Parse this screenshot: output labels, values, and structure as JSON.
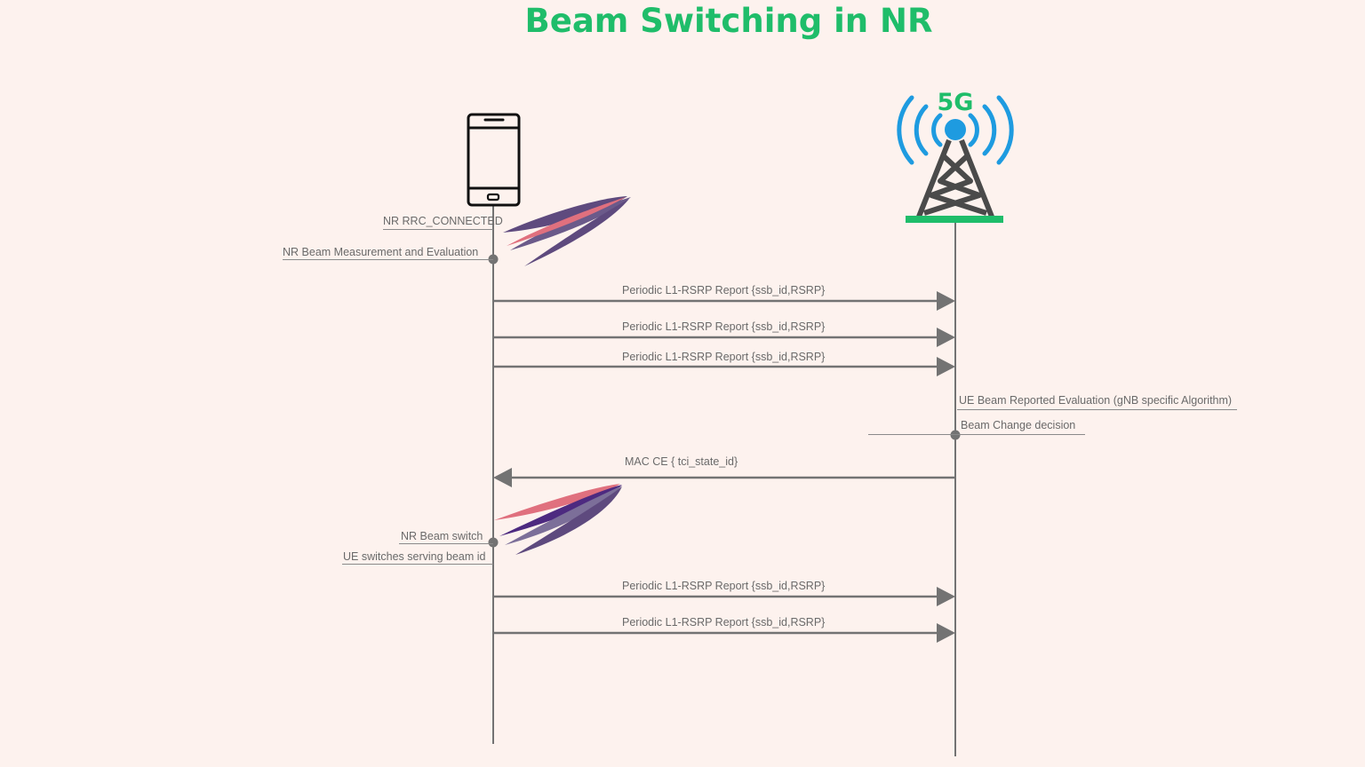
{
  "title": "Beam Switching in NR",
  "gnb_badge": "5G",
  "colors": {
    "background": "#fdf2ee",
    "title": "#1fbd6a",
    "lifeline": "#737373",
    "tower_waves": "#1e9be0",
    "tower_base": "#1fbd6a",
    "beam_purple": "#5e4a7e",
    "beam_pink": "#e0707e"
  },
  "ue_notes": {
    "rrc_connected": "NR RRC_CONNECTED",
    "measurement": "NR Beam Measurement and Evaluation",
    "beam_switch": "NR Beam switch",
    "serving_beam": "UE switches serving beam id"
  },
  "gnb_notes": {
    "evaluation": "UE Beam Reported Evaluation (gNB specific Algorithm)",
    "decision": "Beam Change decision"
  },
  "messages": [
    {
      "label": "Periodic L1-RSRP Report {ssb_id,RSRP}",
      "direction": "ue_to_gnb"
    },
    {
      "label": "Periodic L1-RSRP Report {ssb_id,RSRP}",
      "direction": "ue_to_gnb"
    },
    {
      "label": "Periodic L1-RSRP Report {ssb_id,RSRP}",
      "direction": "ue_to_gnb"
    },
    {
      "label": "MAC CE { tci_state_id}",
      "direction": "gnb_to_ue"
    },
    {
      "label": "Periodic L1-RSRP Report {ssb_id,RSRP}",
      "direction": "ue_to_gnb"
    },
    {
      "label": "Periodic L1-RSRP Report {ssb_id,RSRP}",
      "direction": "ue_to_gnb"
    }
  ]
}
